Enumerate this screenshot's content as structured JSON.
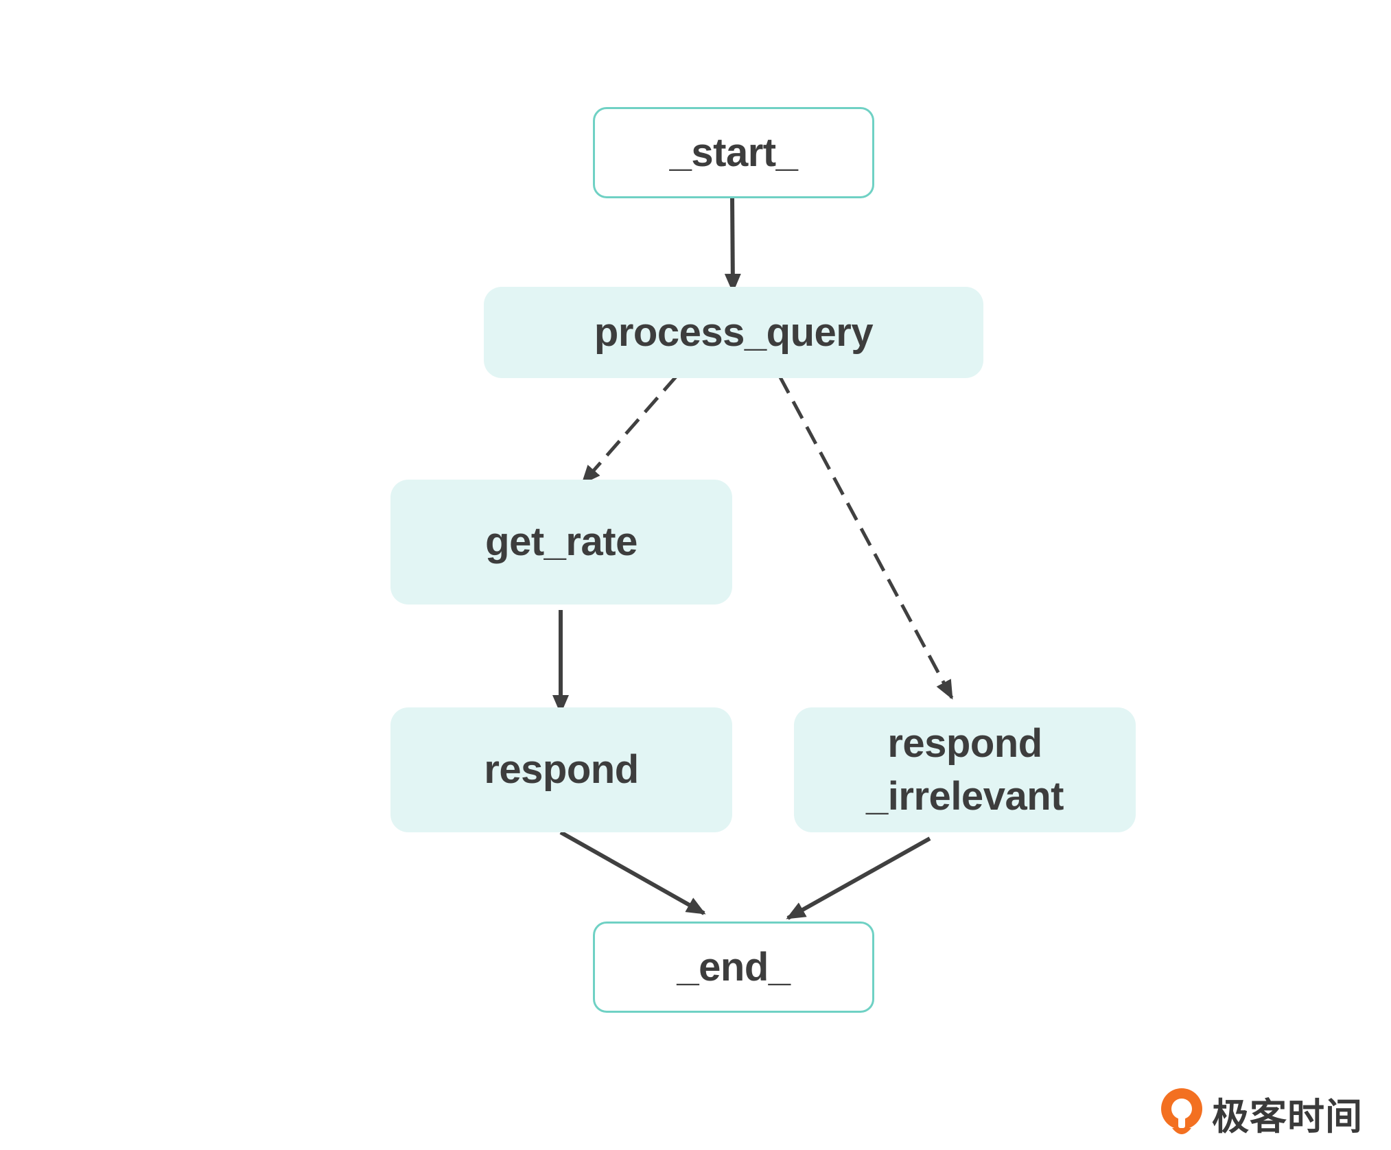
{
  "nodes": {
    "start": {
      "label": "_start_"
    },
    "process_query": {
      "label": "process_query"
    },
    "get_rate": {
      "label": "get_rate"
    },
    "respond": {
      "label": "respond"
    },
    "respond_irrelevant": {
      "lines": [
        "respond",
        "_irrelevant"
      ]
    },
    "end": {
      "label": "_end_"
    }
  },
  "edges": [
    {
      "from": "start",
      "to": "process_query",
      "style": "solid"
    },
    {
      "from": "process_query",
      "to": "get_rate",
      "style": "dashed"
    },
    {
      "from": "process_query",
      "to": "respond_irrelevant",
      "style": "dashed"
    },
    {
      "from": "get_rate",
      "to": "respond",
      "style": "solid"
    },
    {
      "from": "respond",
      "to": "end",
      "style": "solid"
    },
    {
      "from": "respond_irrelevant",
      "to": "end",
      "style": "solid"
    }
  ],
  "colors": {
    "terminal_border": "#6fd1c4",
    "step_fill": "#e2f5f4",
    "text": "#3d3d3d",
    "arrow": "#404040",
    "logo_orange": "#f37021"
  },
  "brand": {
    "text": "极客时间",
    "icon": "geektime-logo-icon"
  }
}
